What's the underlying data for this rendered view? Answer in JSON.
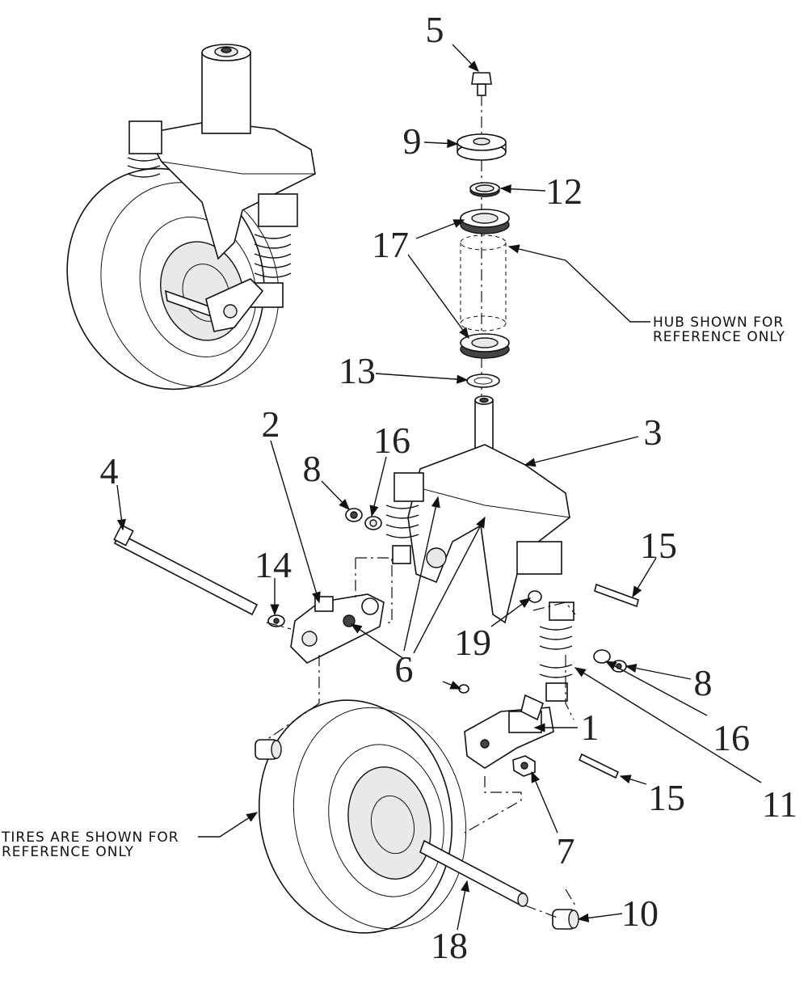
{
  "callouts": {
    "c1": "1",
    "c2": "2",
    "c3": "3",
    "c4": "4",
    "c5": "5",
    "c6a": "6",
    "c6b": "6",
    "c7": "7",
    "c8a": "8",
    "c8b": "8",
    "c9": "9",
    "c10": "10",
    "c11": "11",
    "c12": "12",
    "c13": "13",
    "c14": "14",
    "c15a": "15",
    "c15b": "15",
    "c16a": "16",
    "c16b": "16",
    "c17": "17",
    "c18": "18",
    "c19": "19"
  },
  "notes": {
    "hub_line1": "HUB SHOWN FOR",
    "hub_line2": "REFERENCE ONLY",
    "tires_line1": "TIRES ARE SHOWN FOR",
    "tires_line2": "REFERENCE ONLY"
  }
}
